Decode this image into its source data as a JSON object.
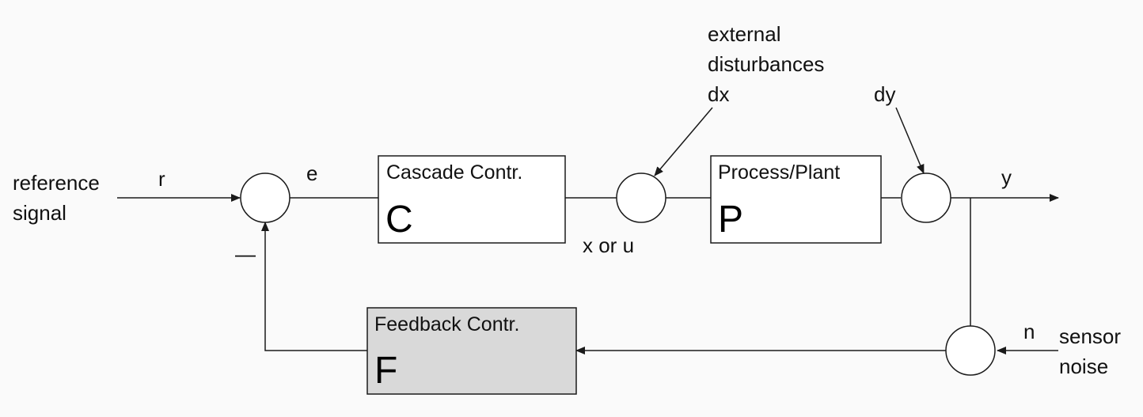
{
  "blocks": {
    "cascade": {
      "title": "Cascade Contr.",
      "letter": "C"
    },
    "plant": {
      "title": "Process/Plant",
      "letter": "P"
    },
    "feedback": {
      "title": "Feedback Contr.",
      "letter": "F"
    }
  },
  "signals": {
    "reference": [
      "reference",
      "signal"
    ],
    "r": "r",
    "e": "e",
    "minus": "—",
    "x_or_u": "x or u",
    "external_disturbances": [
      "external",
      "disturbances",
      "dx"
    ],
    "dy": "dy",
    "y": "y",
    "n": "n",
    "sensor_noise": [
      "sensor",
      "noise"
    ]
  },
  "colors": {
    "line": "#1a1a1a",
    "box_fill": "#ffffff",
    "feedback_fill": "#d9d9d9",
    "background": "#fafafa"
  }
}
